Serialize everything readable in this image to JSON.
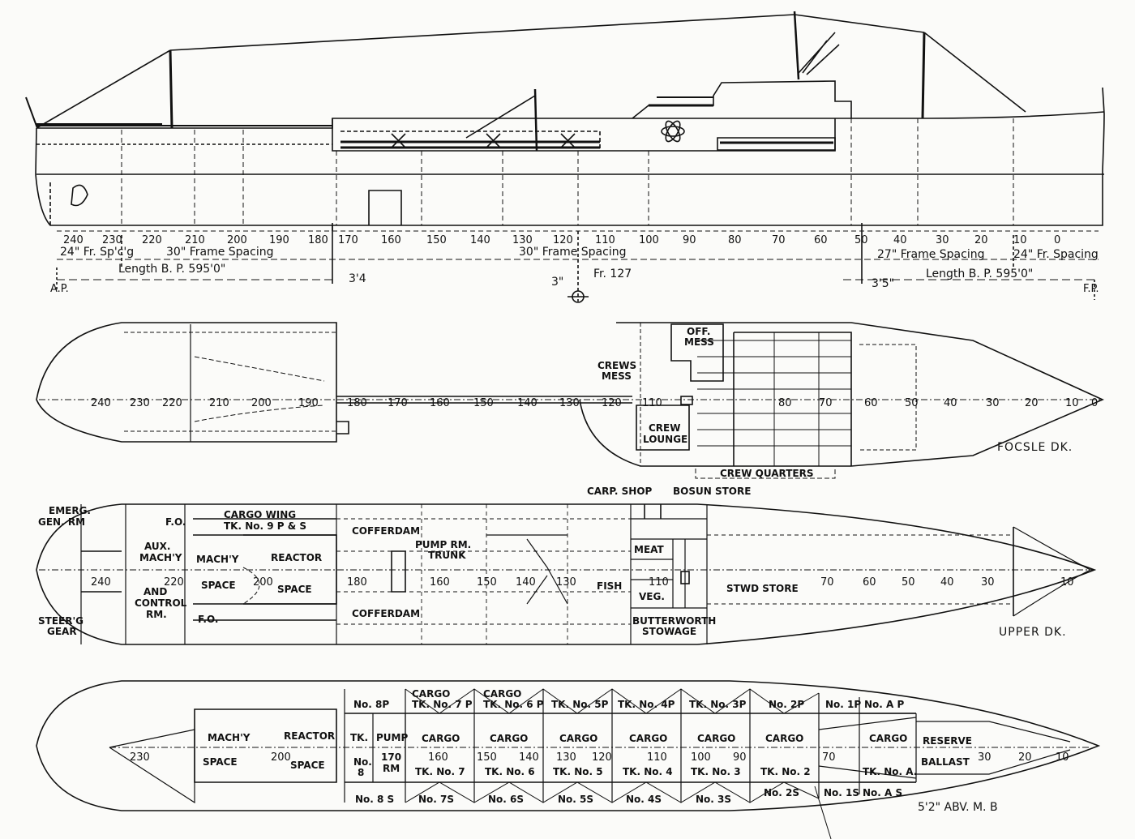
{
  "profile": {
    "frames": [
      "240",
      "230",
      "220",
      "210",
      "200",
      "190",
      "180",
      "170",
      "160",
      "150",
      "140",
      "130",
      "120",
      "110",
      "100",
      "90",
      "80",
      "70",
      "60",
      "50",
      "40",
      "30",
      "20",
      "10",
      "0"
    ],
    "spacing_aft": "24\" Fr. Sp'c'g",
    "spacing_30_aft": "30\" Frame Spacing",
    "spacing_30_mid": "30\" Frame Spacing",
    "spacing_27": "27\" Frame Spacing",
    "spacing_fwd": "24\" Fr. Spacing",
    "length_aft": "Length B. P. 595'0\"",
    "length_fwd": "Length B. P. 595'0\"",
    "offset_aft": "3'4",
    "offset_fwd": "3'5\"",
    "offset_mid": "3\"",
    "fr127": "Fr. 127",
    "ap": "A.P.",
    "fp": "F.P."
  },
  "focsle": {
    "title": "FOCSLE DK.",
    "frames": [
      "240",
      "230",
      "220",
      "210",
      "200",
      "190",
      "180",
      "170",
      "160",
      "150",
      "140",
      "130",
      "120",
      "110",
      "80",
      "70",
      "60",
      "50",
      "40",
      "30",
      "20",
      "10",
      "0"
    ],
    "off_mess": [
      "OFF.",
      "MESS"
    ],
    "crews_mess": [
      "CREWS",
      "MESS"
    ],
    "crew_lounge": [
      "CREW",
      "LOUNGE"
    ],
    "crew_quarters": "CREW QUARTERS"
  },
  "upper": {
    "title": "UPPER DK.",
    "emerg": [
      "EMERG.",
      "GEN. RM"
    ],
    "steer": [
      "STEER'G",
      "GEAR"
    ],
    "aux": [
      "AUX.",
      "MACH'Y"
    ],
    "control": [
      "AND",
      "CONTROL",
      "RM."
    ],
    "fo_top": "F.O.",
    "fo_bot": "F.O.",
    "mach": "MACH'Y",
    "space1": "SPACE",
    "reactor": "REACTOR",
    "space2": "SPACE",
    "cargo_wing": [
      "CARGO WING",
      "TK. No. 9 P & S"
    ],
    "cofferdam_top": "COFFERDAM",
    "cofferdam_bot": "COFFERDAM",
    "pump_trunk": [
      "PUMP RM.",
      "TRUNK"
    ],
    "carp_shop": "CARP. SHOP",
    "bosun": "BOSUN STORE",
    "meat": "MEAT",
    "fish": "FISH",
    "veg": "VEG.",
    "stwd": "STWD STORE",
    "butter": [
      "BUTTERWORTH",
      "STOWAGE"
    ],
    "frames": [
      "240",
      "220",
      "200",
      "180",
      "160",
      "150",
      "140",
      "130",
      "110",
      "70",
      "60",
      "50",
      "40",
      "30",
      "10"
    ]
  },
  "hold": {
    "label_mb": "5'2\" ABV. M. B",
    "mach": "MACH'Y",
    "space1": "SPACE",
    "reactor": "REACTOR",
    "space2": "SPACE",
    "tk": "TK.",
    "no8": [
      "No.",
      "8"
    ],
    "pump": "PUMP",
    "rm": [
      "170",
      "RM"
    ],
    "p_row": [
      "No. 8P",
      "CARGO\nTK. No. 7 P",
      "CARGO\nTK. No. 6 P",
      "TK. No. 5P",
      "TK. No. 4P",
      "TK. No. 3P",
      "No. 2P",
      "No. 1P",
      "No. A P"
    ],
    "cargo_row": [
      "CARGO",
      "CARGO",
      "CARGO",
      "CARGO",
      "CARGO",
      "CARGO",
      "CARGO"
    ],
    "tk_row": [
      "TK. No. 7",
      "TK. No. 6",
      "TK. No. 5",
      "TK. No. 4",
      "TK. No. 3",
      "TK. No. 2",
      "TK. No. A."
    ],
    "s_row": [
      "No. 8 S",
      "No. 7S",
      "No. 6S",
      "No. 5S",
      "No. 4S",
      "No. 3S",
      "No. 2S",
      "No. 1S",
      "No. A S"
    ],
    "reserve": "RESERVE",
    "ballast": "BALLAST",
    "frames": [
      "230",
      "200",
      "160",
      "150",
      "140",
      "130",
      "120",
      "110",
      "100",
      "90",
      "70",
      "30",
      "20",
      "10"
    ]
  }
}
